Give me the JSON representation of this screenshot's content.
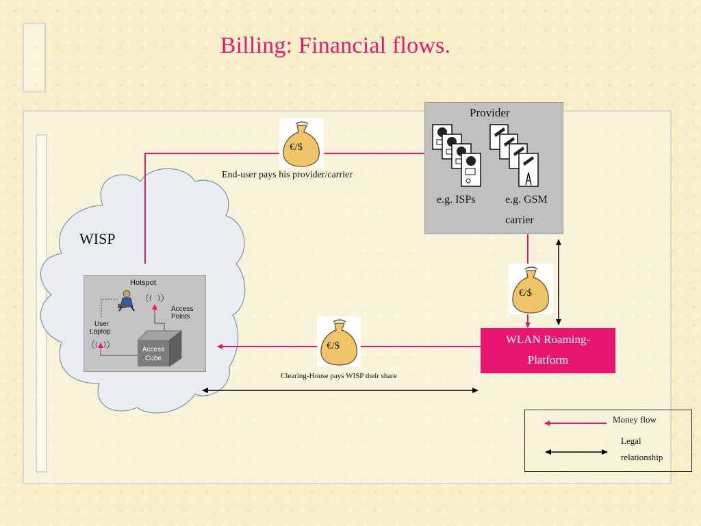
{
  "title": "Billing: Financial flows.",
  "wisp_label": "WISP",
  "provider": {
    "title": "Provider",
    "isps_label": "e.g. ISPs",
    "gsm_label_line1": "e.g. GSM",
    "gsm_label_line2": "carrier"
  },
  "hotspot": {
    "title": "Hotspot",
    "access_points_line1": "Access",
    "access_points_line2": "Points",
    "user_laptop_line1": "User",
    "user_laptop_line2": "Laptop",
    "cube_line1": "Access",
    "cube_line2": "Cube"
  },
  "wlan_platform": {
    "line1": "WLAN Roaming-",
    "line2": "Platform"
  },
  "money_bag_label": "€/$",
  "flows": {
    "end_user_pays": "End-user pays his provider/carrier",
    "clearing_house_pays": "Clearing-House pays WISP their share"
  },
  "legend": {
    "money_flow": "Money flow",
    "legal_line1": "Legal",
    "legal_line2": "relationship"
  },
  "colors": {
    "accent": "#e8166f",
    "money_flow_arrow": "#e8166f",
    "legal_arrow": "#000000",
    "provider_box": "#c0c0c0",
    "cloud_fill": "#e9eef2",
    "background": "#f9efc8"
  }
}
